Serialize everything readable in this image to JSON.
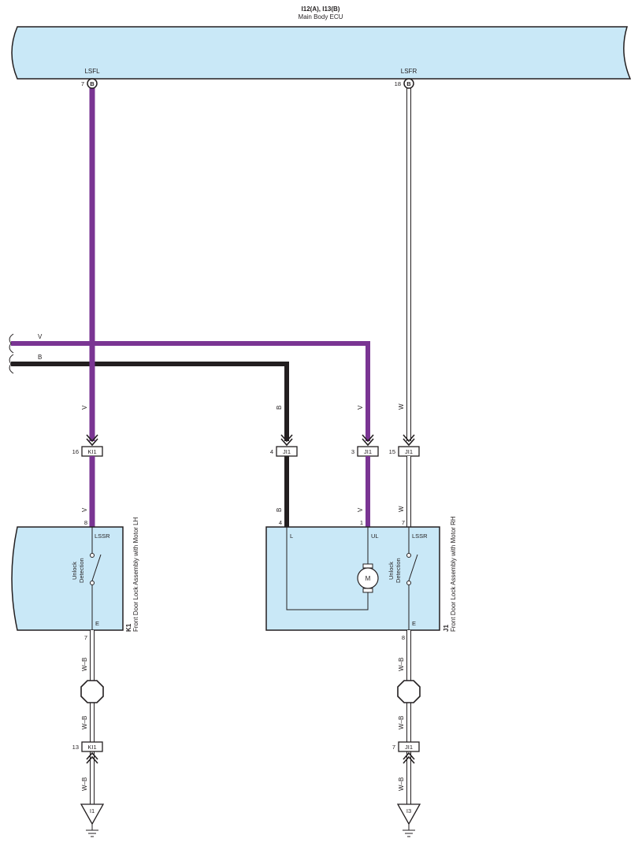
{
  "colors": {
    "violet": "#7a3593",
    "black": "#231f20",
    "white_wire": "#ffffff",
    "box_fill": "#c9e8f7",
    "line": "#231f20"
  },
  "ecu": {
    "code": "I12(A), I13(B)",
    "name": "Main Body ECU",
    "terminal_left": "LSFL",
    "terminal_right": "LSFR",
    "pin_left": "7",
    "pin_right": "18",
    "connector_left": "B",
    "connector_right": "B"
  },
  "buses": {
    "v_label": "V",
    "b_label": "B"
  },
  "wire_labels": {
    "v": "V",
    "b": "B",
    "w": "W",
    "wb": "W–B"
  },
  "junction_connectors": {
    "kl1_top": {
      "pin": "16",
      "name": "KI1"
    },
    "jl1_b": {
      "pin": "4",
      "name": "JI1"
    },
    "jl1_v": {
      "pin": "3",
      "name": "JI1"
    },
    "jl1_w": {
      "pin": "15",
      "name": "JI1"
    },
    "kl1_bottom": {
      "pin": "13",
      "name": "KI1"
    },
    "jl1_bottom": {
      "pin": "7",
      "name": "JI1"
    }
  },
  "left_assembly": {
    "code": "K1",
    "name": "Front Door Lock Assembly with Motor LH",
    "terminal_top": "LSSR",
    "terminal_bottom": "E",
    "pin_top": "8",
    "pin_bottom": "7",
    "switch_label_1": "Unlock",
    "switch_label_2": "Detection"
  },
  "right_assembly": {
    "code": "J1",
    "name": "Front Door Lock Assembly with Motor RH",
    "terminal_l": "L",
    "terminal_ul": "UL",
    "terminal_lssr": "LSSR",
    "terminal_e": "E",
    "pin_l": "4",
    "pin_ul": "1",
    "pin_lssr": "7",
    "pin_e": "8",
    "motor": "M",
    "switch_label_1": "Unlock",
    "switch_label_2": "Detection"
  },
  "grounds": {
    "left": "I1",
    "right": "I3"
  }
}
